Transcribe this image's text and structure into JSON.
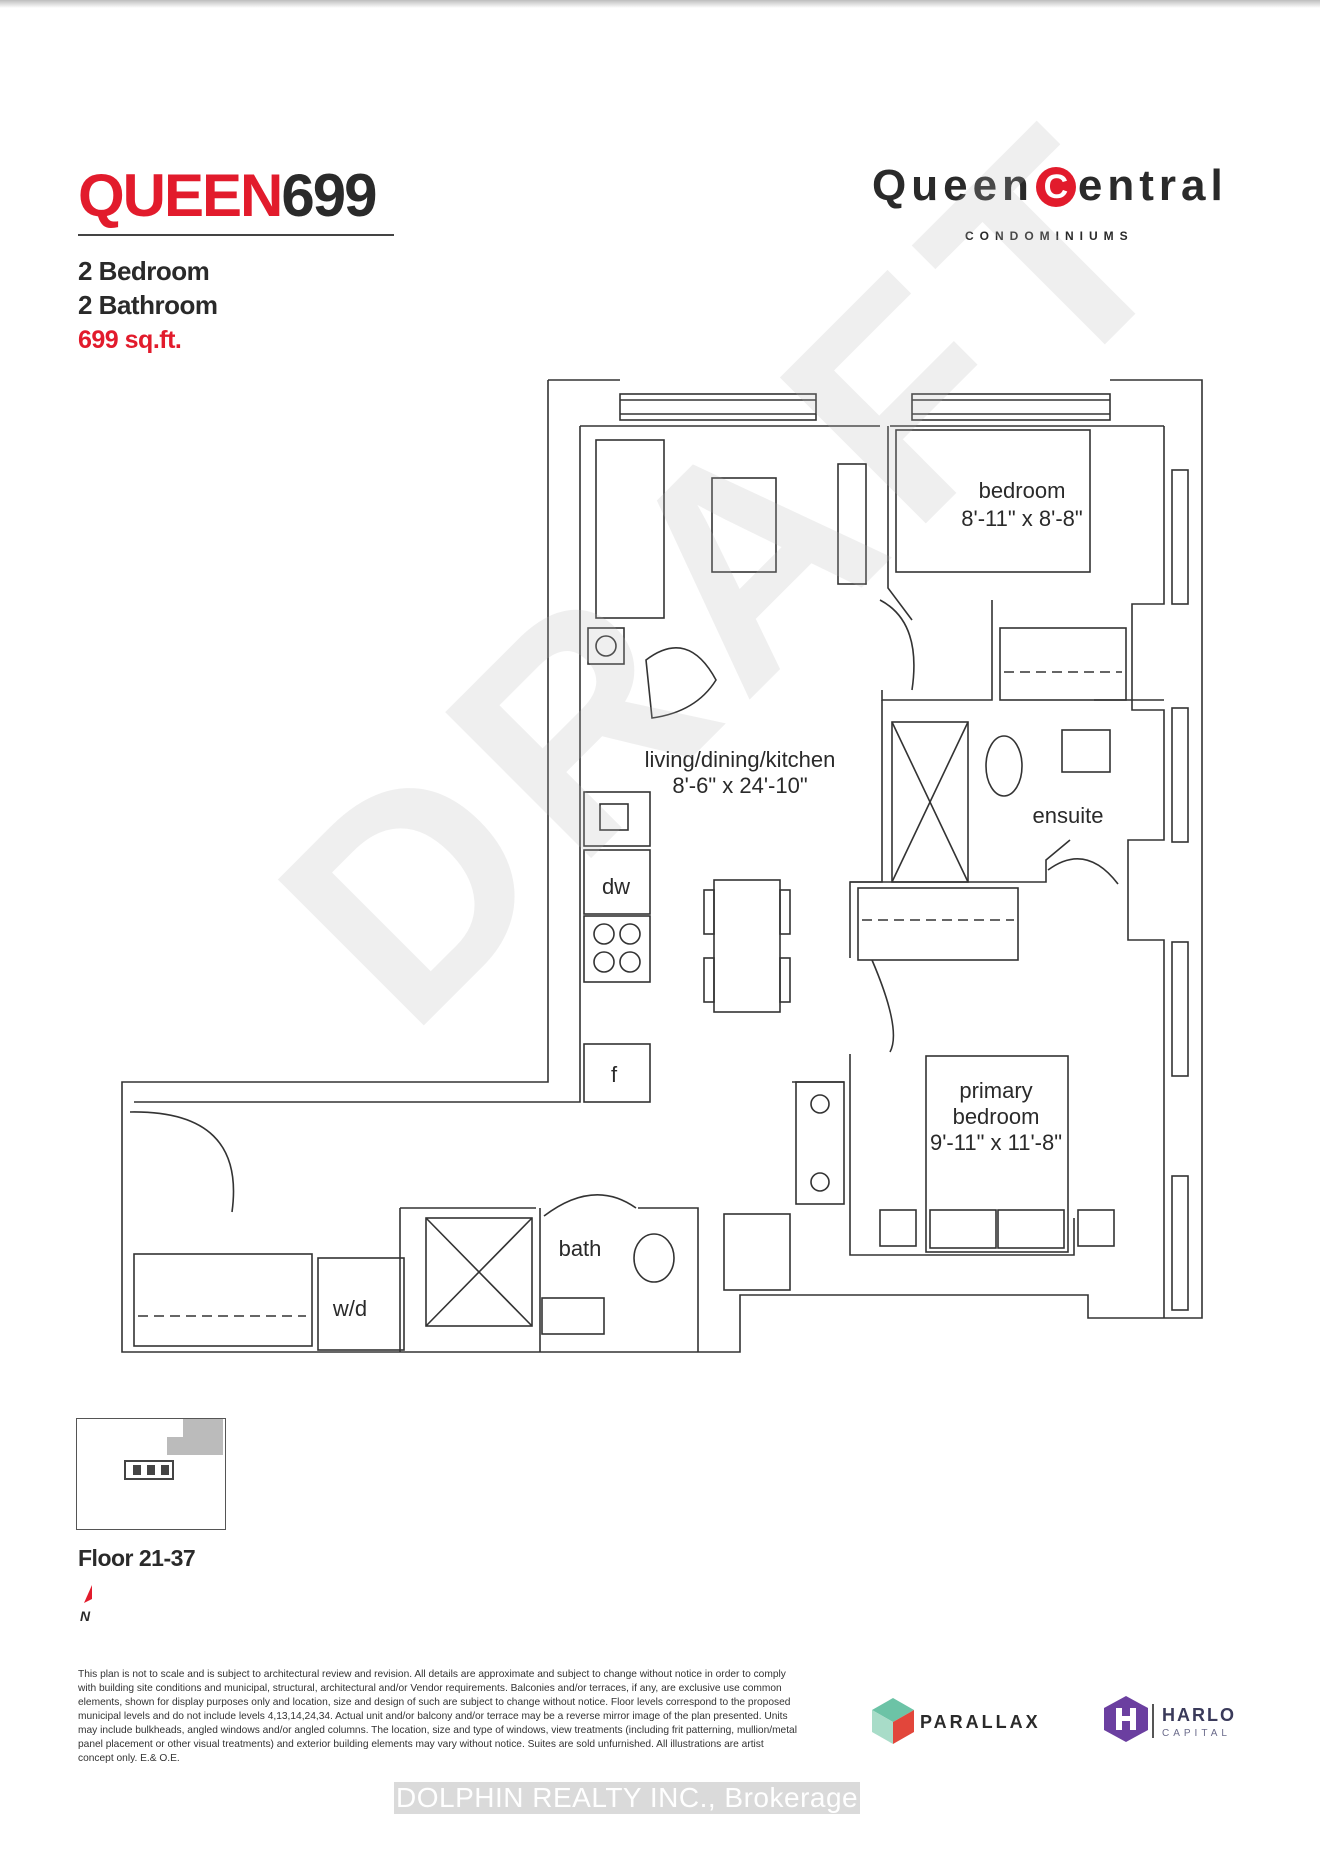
{
  "header": {
    "title_red": "QUEEN",
    "title_black": "699",
    "bedrooms": "2 Bedroom",
    "bathrooms": "2 Bathroom",
    "area": "699 sq.ft."
  },
  "brand": {
    "name_before": "Queen",
    "name_mark": "C",
    "name_after": "entral",
    "subtitle": "CONDOMINIUMS"
  },
  "rooms": {
    "bedroom_name": "bedroom",
    "bedroom_dims": "8'-11\" x 8'-8\"",
    "living_name": "living/dining/kitchen",
    "living_dims": "8'-6\" x 24'-10\"",
    "ensuite": "ensuite",
    "primary_line1": "primary",
    "primary_line2": "bedroom",
    "primary_dims": "9'-11\" x 11'-8\"",
    "bath": "bath",
    "dw": "dw",
    "fridge": "f",
    "washer_dryer": "w/d"
  },
  "watermark": "DRAFT",
  "floor": "Floor 21-37",
  "north_label": "N",
  "disclaimer": "This plan is not to scale and is subject to architectural review and revision. All details are approximate and subject to change without notice in order to comply with building site conditions and municipal, structural, architectural and/or Vendor requirements. Balconies and/or terraces, if any, are exclusive use common elements, shown for display purposes only and location, size and design of such are subject to change without notice. Floor levels correspond to the proposed municipal levels and do not include levels 4,13,14,24,34. Actual unit and/or balcony and/or terrace may be a reverse mirror image of the plan presented. Units may include bulkheads, angled windows and/or angled columns. The location, size and type of windows, view treatments (including frit patterning, mullion/metal panel placement or other visual treatments) and exterior building elements may vary without notice. Suites are sold unfurnished. All illustrations are artist concept only. E.& O.E.",
  "partners": {
    "parallax": "PARALLAX",
    "harlo": "HARLO",
    "harlo_sub": "CAPITAL"
  },
  "brokerage": "DOLPHIN REALTY INC., Brokerage",
  "colors": {
    "accent_red": "#e21b2c",
    "text_dark": "#2a2a2a",
    "parallax_green": "#6cc3a6",
    "parallax_red": "#e2463b",
    "harlo_purple": "#6b3fa0"
  }
}
